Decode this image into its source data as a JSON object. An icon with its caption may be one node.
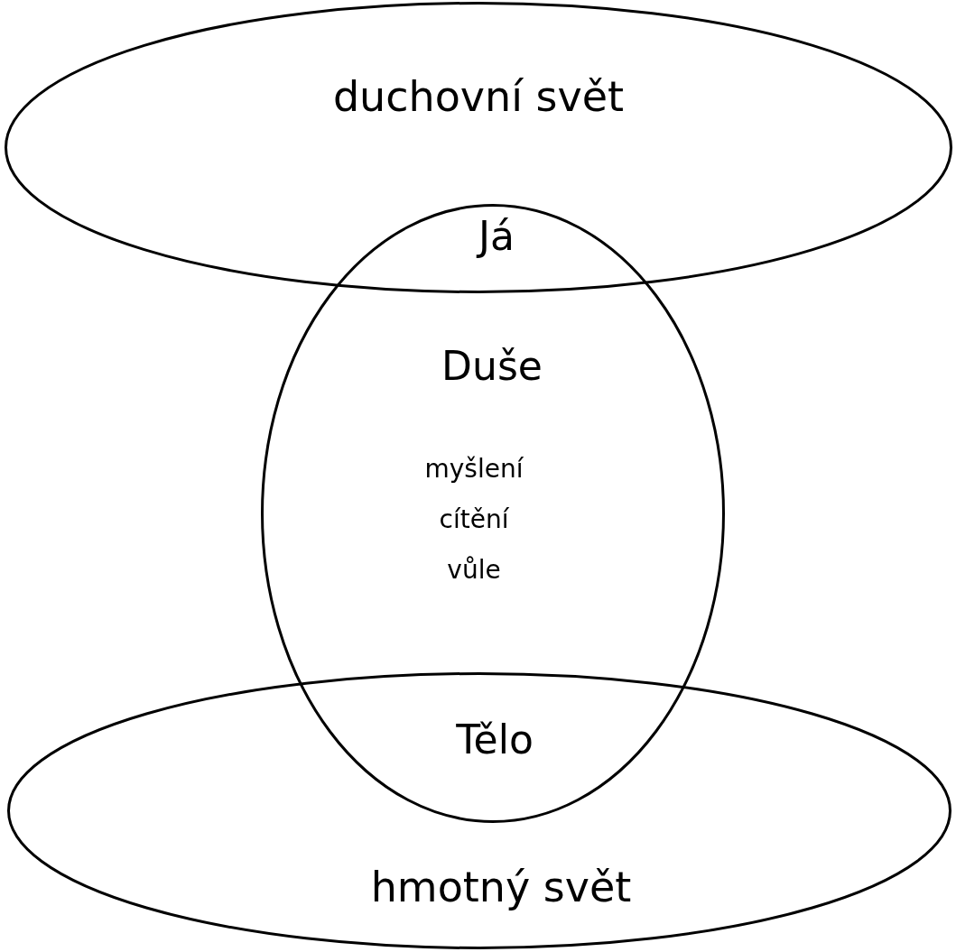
{
  "diagram": {
    "nodes": [
      {
        "text": [
          "duchovní svět"
        ]
      },
      {
        "text": [
          "Duše",
          "myšlení",
          "cítění",
          "vůle"
        ]
      },
      {
        "text": [
          "hmotný svět"
        ]
      }
    ],
    "labels": [
      "Já",
      "Tělo"
    ]
  }
}
